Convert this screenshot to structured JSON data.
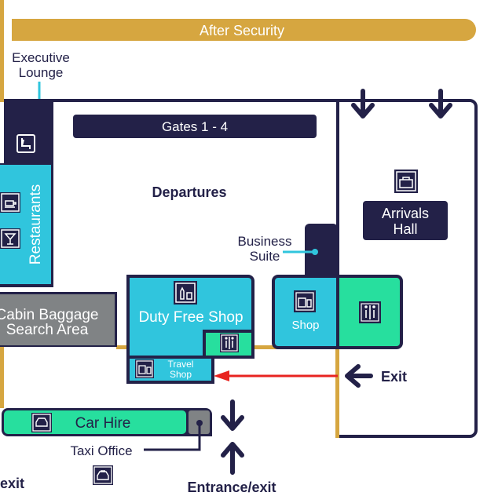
{
  "labels": {
    "after_security": "After Security",
    "executive_lounge_1": "Executive",
    "executive_lounge_2": "Lounge",
    "gates": "Gates 1 - 4",
    "departures": "Departures",
    "arrivals_1": "Arrivals",
    "arrivals_2": "Hall",
    "business_suite_1": "Business",
    "business_suite_2": "Suite",
    "restaurants": "Restaurants",
    "cabin_baggage_1": "Cabin Baggage",
    "cabin_baggage_2": "Search Area",
    "duty_free": "Duty Free Shop",
    "shop": "Shop",
    "travel_shop_1": "Travel",
    "travel_shop_2": "Shop",
    "exit_right": "Exit",
    "car_hire": "Car Hire",
    "taxi_office": "Taxi Office",
    "exit_left": "exit",
    "entrance_exit": "Entrance/exit"
  },
  "colors": {
    "navy": "#232148",
    "teal": "#30c5dd",
    "green": "#27df9e",
    "gold": "#d6a640",
    "grey": "#808385",
    "red": "#e82420"
  },
  "icons": [
    "lounge-seat-icon",
    "coffee-cup-icon",
    "cocktail-glass-icon",
    "duty-free-bottles-icon",
    "toilets-icon",
    "shop-bag-icon",
    "car-icon",
    "taxi-icon",
    "arrivals-luggage-icon",
    "down-arrow-icon",
    "up-arrow-icon",
    "left-arrow-icon"
  ]
}
